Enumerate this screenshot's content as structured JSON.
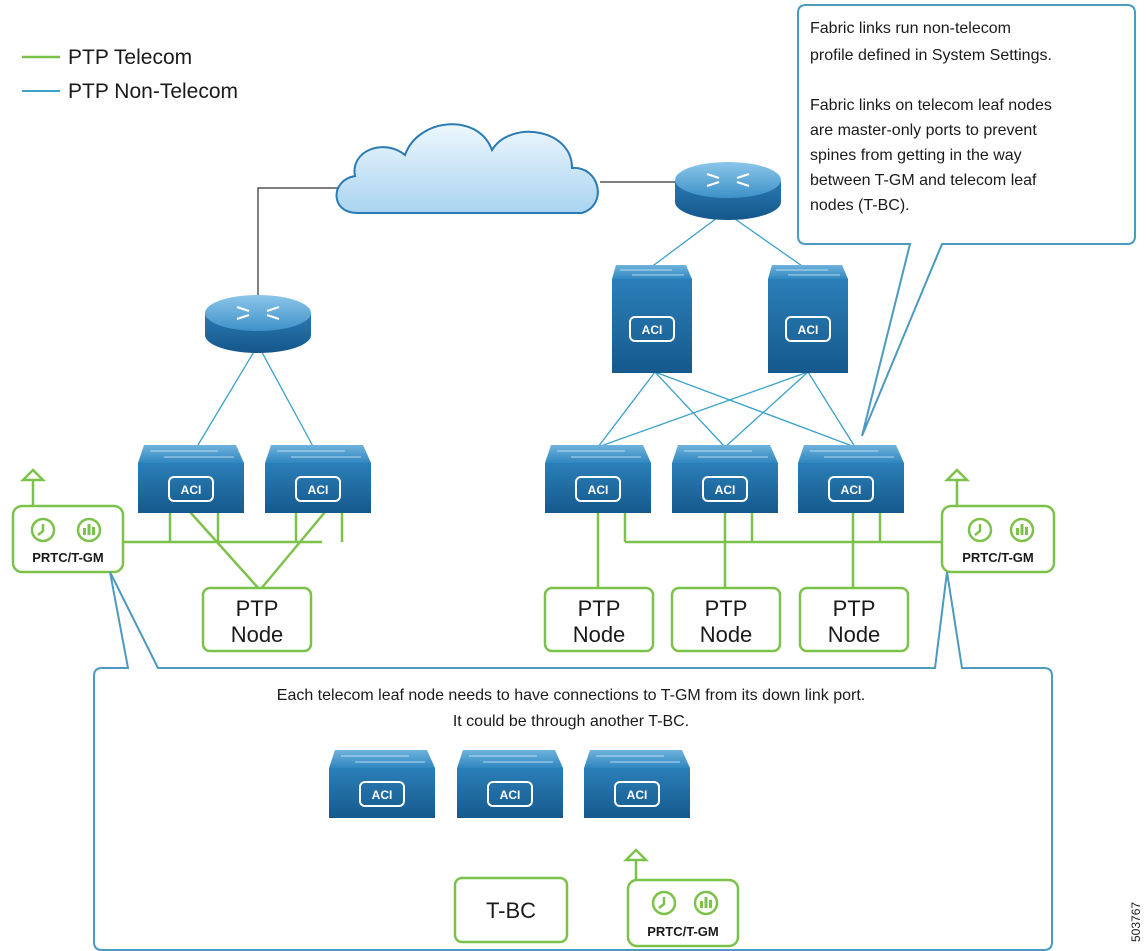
{
  "legend": {
    "telecom_label": "PTP Telecom",
    "nontelecom_label": "PTP Non-Telecom"
  },
  "colors": {
    "telecom": "#7cc24a",
    "non_telecom": "#3aa2c9",
    "device_blue": "#1d70a8",
    "callout_border": "#4b9ac0"
  },
  "callout_top": {
    "lines": [
      "Fabric links run non-telecom",
      "profile defined in System Settings.",
      "",
      "Fabric links on telecom leaf nodes",
      "are master-only ports to prevent",
      "spines from getting in the way",
      "between T-GM and telecom leaf",
      "nodes (T-BC)."
    ]
  },
  "callout_bottom": {
    "lines": [
      "Each telecom leaf node needs to have connections to T-GM from its down link port.",
      "It could be through another T-BC."
    ]
  },
  "aci_label": "ACI",
  "grandmaster_label": "PRTC/T-GM",
  "ptp_node": {
    "line1": "PTP",
    "line2": "Node"
  },
  "tbc_label": "T-BC",
  "figure_id": "503767",
  "icons": [
    "cloud-icon",
    "router-icon",
    "aci-switch-icon",
    "clock-icon",
    "gps-antenna-icon",
    "signal-icon"
  ]
}
